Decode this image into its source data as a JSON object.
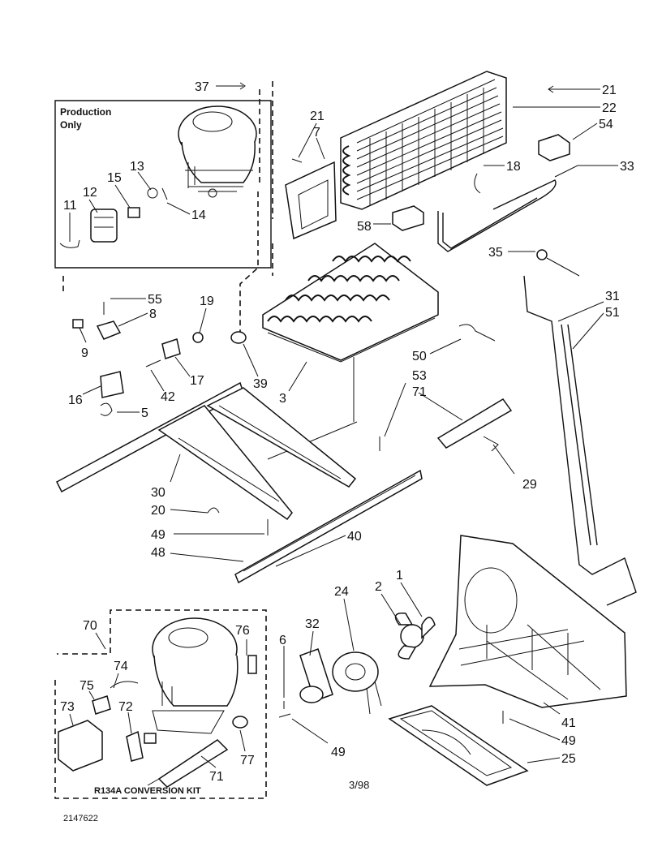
{
  "header_text": "",
  "boxes": {
    "production": "Production Only",
    "conversion": "R134A  CONVERSION  KIT"
  },
  "date_code": "3/98",
  "doc_number": "2147622",
  "callouts": [
    "37",
    "21",
    "22",
    "54",
    "21",
    "7",
    "18",
    "33",
    "58",
    "35",
    "11",
    "12",
    "15",
    "13",
    "14",
    "55",
    "8",
    "19",
    "9",
    "17",
    "42",
    "16",
    "39",
    "3",
    "31",
    "51",
    "50",
    "53",
    "71",
    "5",
    "30",
    "29",
    "20",
    "49",
    "40",
    "48",
    "70",
    "76",
    "32",
    "24",
    "2",
    "1",
    "6",
    "74",
    "75",
    "72",
    "73",
    "71",
    "77",
    "49",
    "41",
    "49",
    "25"
  ]
}
